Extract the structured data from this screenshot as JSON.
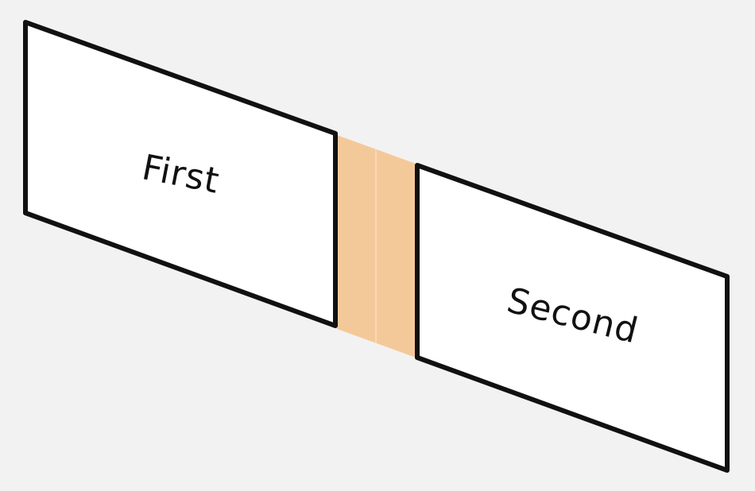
{
  "diagram": {
    "boxes": [
      {
        "id": "first",
        "label": "First"
      },
      {
        "id": "second",
        "label": "Second"
      }
    ],
    "colors": {
      "background": "#f2f2f2",
      "box_fill": "#ffffff",
      "box_stroke": "#111111",
      "gap_fill": "#f4c99a",
      "gap_divider": "#f8d8b4"
    }
  }
}
